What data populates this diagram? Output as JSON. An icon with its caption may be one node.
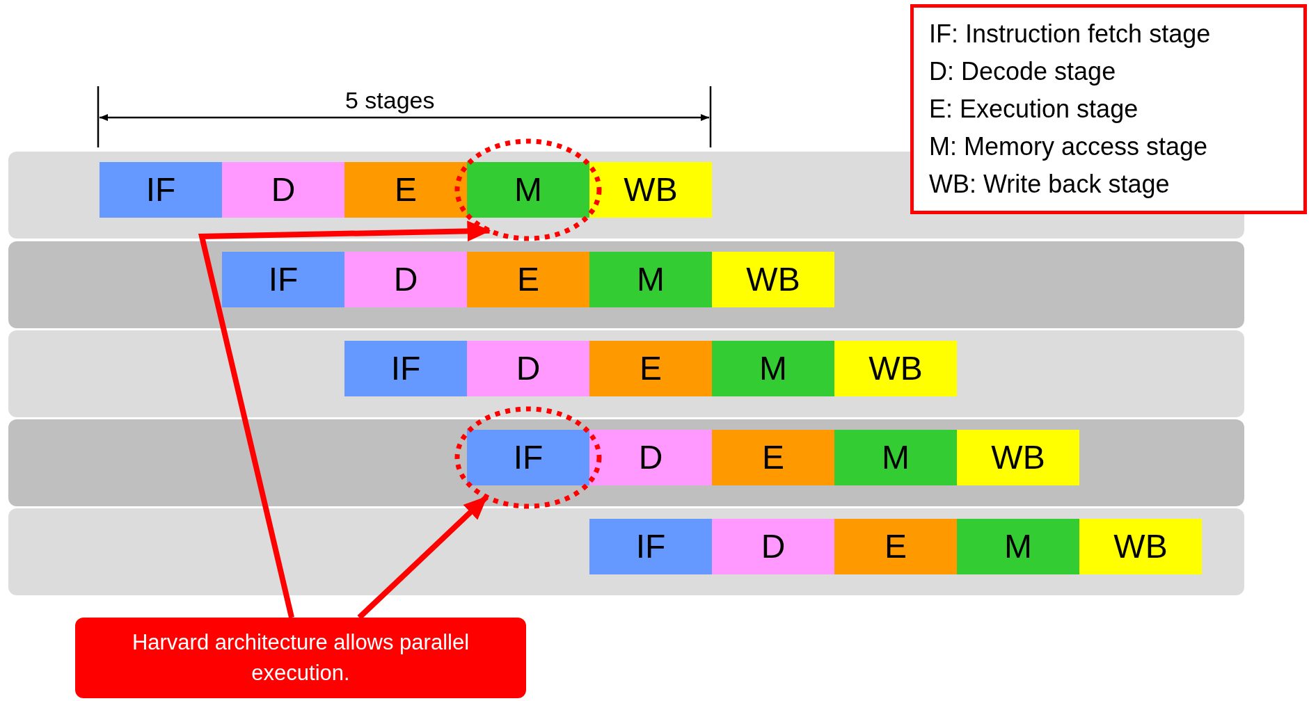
{
  "diagram": {
    "nodes": [
      {
        "text": [
          "IF: Instruction fetch stage",
          "D: Decode stage",
          "E: Execution stage",
          "M: Memory access stage",
          "WB: Write back stage"
        ]
      },
      {
        "text": [],
        "shape": "box"
      },
      {
        "text": [
          "IF"
        ],
        "in": 1
      },
      {
        "text": [
          "D"
        ],
        "in": 1
      },
      {
        "text": [
          "E"
        ],
        "in": 1
      },
      {
        "text": [],
        "shape": "circle"
      },
      {
        "text": [
          "M"
        ],
        "in": 5
      },
      {
        "text": [
          "WB"
        ],
        "in": 1
      },
      {
        "text": [],
        "shape": "box"
      },
      {
        "text": [
          "IF"
        ],
        "in": 8
      },
      {
        "text": [
          "D"
        ],
        "in": 8
      },
      {
        "text": [
          "E"
        ],
        "in": 8
      },
      {
        "text": [
          "M"
        ],
        "in": 8
      },
      {
        "text": [
          "WB"
        ],
        "in": 8
      },
      {
        "text": [],
        "shape": "box"
      },
      {
        "text": [
          "IF"
        ],
        "in": 14
      },
      {
        "text": [
          "D"
        ],
        "in": 14
      },
      {
        "text": [
          "E"
        ],
        "in": 14
      },
      {
        "text": [
          "M"
        ],
        "in": 14
      },
      {
        "text": [
          "WB"
        ],
        "in": 14
      },
      {
        "text": [],
        "shape": "box"
      },
      {
        "text": [],
        "shape": "circle"
      },
      {
        "text": [
          "IF"
        ],
        "in": 21
      },
      {
        "text": [
          "D"
        ],
        "in": 20
      },
      {
        "text": [
          "E"
        ],
        "in": 20
      },
      {
        "text": [
          "M"
        ],
        "in": 20
      },
      {
        "text": [
          "WB"
        ],
        "in": 20
      },
      {
        "text": [],
        "shape": "box"
      },
      {
        "text": [
          "IF"
        ],
        "in": 27
      },
      {
        "text": [
          "D"
        ],
        "in": 27
      },
      {
        "text": [
          "E"
        ],
        "in": 27
      },
      {
        "text": [
          "M"
        ],
        "in": 27
      },
      {
        "text": [
          "WB"
        ],
        "in": 27
      },
      {
        "text": [
          "Harvard architecture allows parallel execution."
        ]
      }
    ],
    "edges": [
      {
        "from": 33,
        "to": 5,
        "arrow": "to",
        "color": "#ff0000"
      },
      {
        "from": 33,
        "to": 21,
        "arrow": "to",
        "color": "#ff0000"
      }
    ],
    "labels": [
      "5 stages"
    ]
  }
}
